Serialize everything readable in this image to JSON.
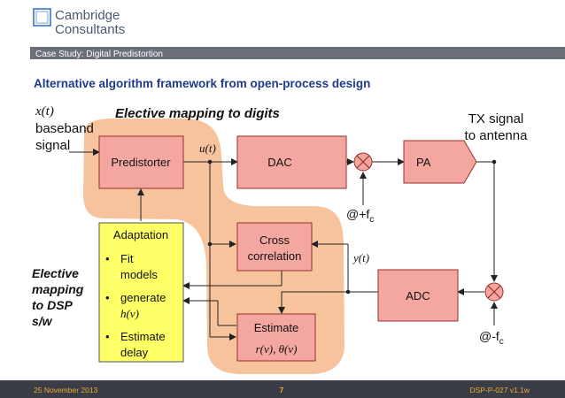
{
  "header": {
    "logo_line1": "Cambridge",
    "logo_line2": "Consultants",
    "case_study": "Case Study: Digital Predistortion"
  },
  "slide_title": "Alternative algorithm framework from open-process design",
  "labels": {
    "input_var": "x(t)",
    "input_line1": "baseband",
    "input_line2": "signal",
    "elective_digits": "Elective mapping to digits",
    "elective_dsp_line1": "Elective",
    "elective_dsp_line2": "mapping",
    "elective_dsp_line3": "to DSP",
    "elective_dsp_line4": "s/w",
    "u_var": "u(t)",
    "y_var": "y(t)",
    "tx_line1": "TX signal",
    "tx_line2": "to antenna",
    "lo_plus": "@+f",
    "lo_minus": "@-f",
    "lo_sub": "c"
  },
  "blocks": {
    "predistorter": "Predistorter",
    "dac": "DAC",
    "pa": "PA",
    "adc": "ADC",
    "cross_line1": "Cross",
    "cross_line2": "correlation",
    "estimate_line1": "Estimate",
    "estimate_line2": "r(v),  θ(v)",
    "adaptation": {
      "title": "Adaptation",
      "items": [
        {
          "line1": "Fit",
          "line2": "models"
        },
        {
          "line1": "generate",
          "line2": "h(v)"
        },
        {
          "line1": "Estimate",
          "line2": "delay"
        }
      ]
    }
  },
  "footer": {
    "date": "25 November 2013",
    "page": "7",
    "doc_id": "DSP-P-027 v1.1w"
  },
  "colors": {
    "brand_blue": "#1f3a8a",
    "header_bar": "#6b7078",
    "block_fill": "#f4a7a0",
    "block_border": "#9a2e28",
    "highlight": "#f7c39c",
    "adapt_fill": "#ffff66",
    "footer_bg": "#3a3d46",
    "footer_text": "#f0a830"
  }
}
